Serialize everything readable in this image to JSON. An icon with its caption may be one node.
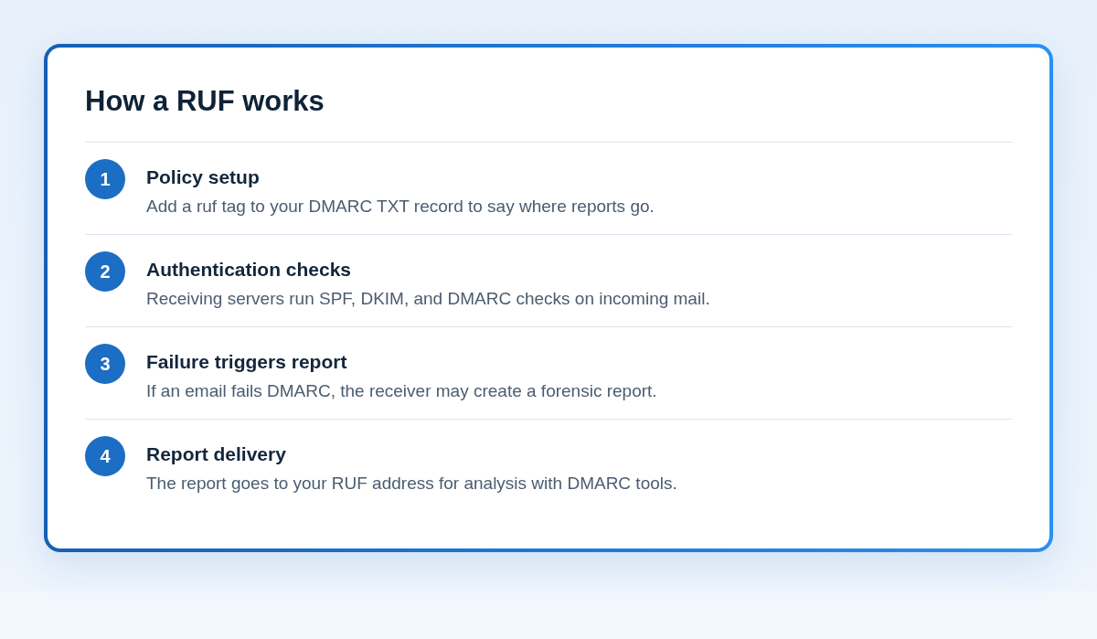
{
  "diagram": {
    "nodes": [
      {
        "text": [
          "How a RUF works"
        ]
      },
      {
        "text": [
          "1"
        ],
        "in": 0,
        "beside": [
          "Policy setup",
          "Add a ruf tag to your DMARC TXT record to say where reports go."
        ]
      },
      {
        "text": [
          "2"
        ],
        "in": 0,
        "beside": [
          "Authentication checks",
          "Receiving servers run SPF, DKIM, and DMARC checks on incoming mail."
        ]
      },
      {
        "text": [
          "3"
        ],
        "in": 0,
        "beside": [
          "Failure triggers report",
          "If an email fails DMARC, the receiver may create a forensic report."
        ]
      },
      {
        "text": [
          "4"
        ],
        "in": 0,
        "beside": [
          "Report delivery",
          "The report goes to your RUF address for analysis with DMARC tools."
        ]
      }
    ]
  }
}
